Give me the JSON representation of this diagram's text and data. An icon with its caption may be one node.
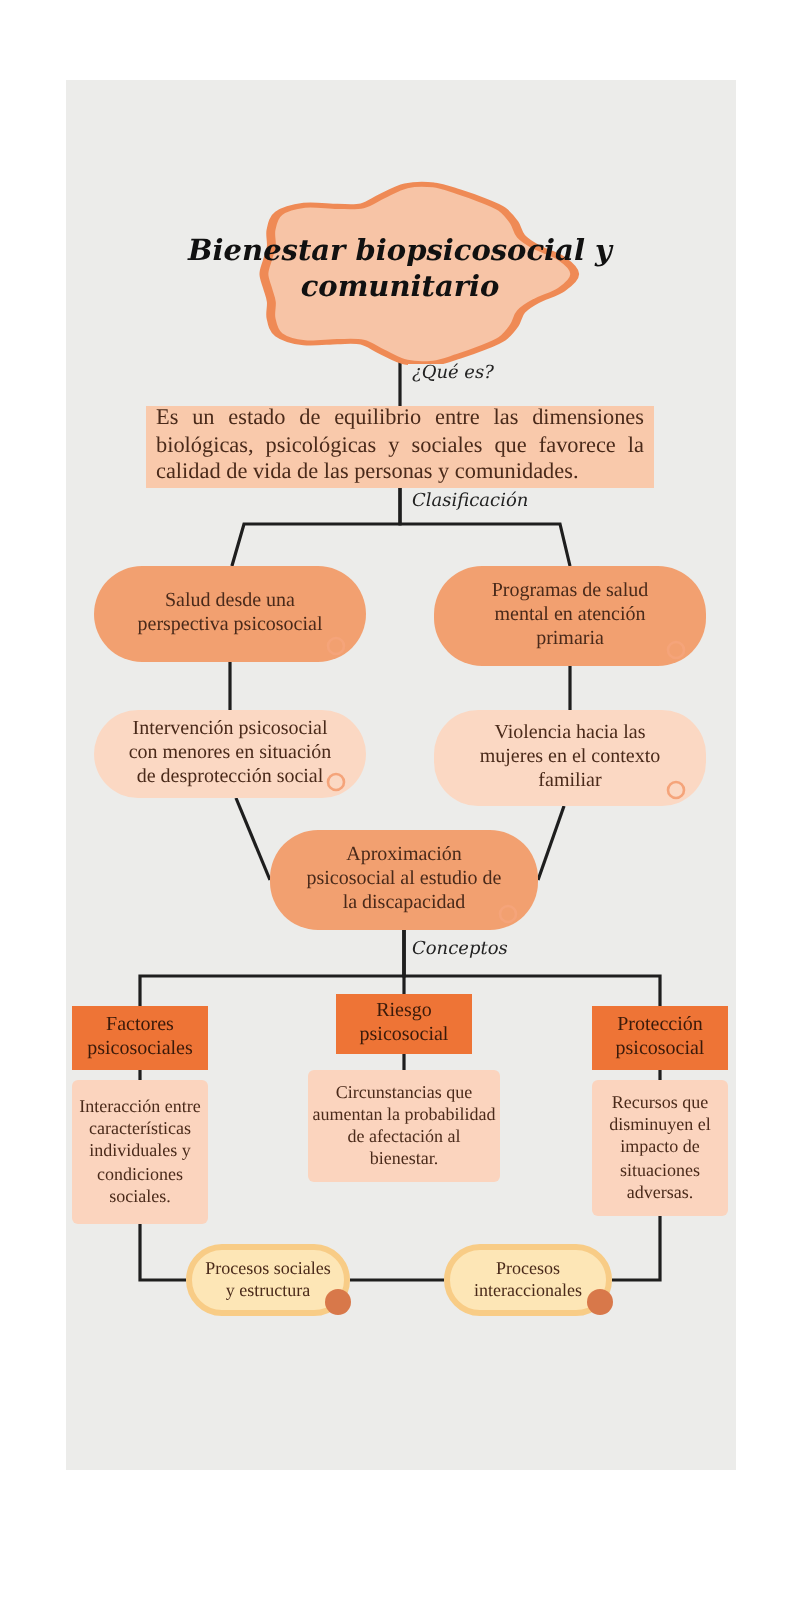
{
  "diagram": {
    "nodes": [
      {
        "text": [
          "Bienestar biopsicosocial y comunitario"
        ]
      },
      {
        "text": [
          "Es un estado de equilibrio entre las dimensiones biológicas, psicológicas y sociales que favorece la calidad de vida de las personas y comunidades."
        ]
      },
      {
        "text": [
          "Salud desde una perspectiva psicosocial"
        ]
      },
      {
        "text": [
          "Programas de salud mental en atención primaria"
        ]
      },
      {
        "text": [
          "Intervención psicosocial con menores en situación de desprotección social"
        ]
      },
      {
        "text": [
          "Violencia hacia las mujeres en el contexto familiar"
        ]
      },
      {
        "text": [
          "Aproximación psicosocial al estudio de la discapacidad"
        ]
      },
      {
        "text": [
          "Factores psicosociales"
        ]
      },
      {
        "text": [
          "Riesgo psicosocial"
        ]
      },
      {
        "text": [
          "Protección psicosocial"
        ]
      },
      {
        "text": [
          "Interacción entre características individuales y condiciones sociales."
        ]
      },
      {
        "text": [
          "Circunstancias que aumentan la probabilidad de afectación al bienestar."
        ]
      },
      {
        "text": [
          "Recursos que disminuyen el impacto de situaciones adversas."
        ]
      },
      {
        "text": [
          "Procesos sociales y estructura"
        ]
      },
      {
        "text": [
          "Procesos interaccionales"
        ]
      }
    ],
    "edges": [
      {
        "from": 0,
        "to": 1,
        "arrow": "none",
        "label": "¿Qué es?"
      },
      {
        "from": 1,
        "to": 2,
        "arrow": "none",
        "label": "Clasificación"
      },
      {
        "from": 1,
        "to": 3,
        "arrow": "none"
      },
      {
        "from": 2,
        "to": 4,
        "arrow": "none"
      },
      {
        "from": 3,
        "to": 5,
        "arrow": "none"
      },
      {
        "from": 4,
        "to": 6,
        "arrow": "none"
      },
      {
        "from": 5,
        "to": 6,
        "arrow": "none"
      },
      {
        "from": 6,
        "to": 7,
        "arrow": "none",
        "label": "Conceptos"
      },
      {
        "from": 6,
        "to": 8,
        "arrow": "none"
      },
      {
        "from": 6,
        "to": 9,
        "arrow": "none"
      },
      {
        "from": 7,
        "to": 10,
        "arrow": "none"
      },
      {
        "from": 8,
        "to": 11,
        "arrow": "none"
      },
      {
        "from": 9,
        "to": 12,
        "arrow": "none"
      },
      {
        "from": 10,
        "to": 13,
        "arrow": "none"
      },
      {
        "from": 13,
        "to": 14,
        "arrow": "none"
      },
      {
        "from": 12,
        "to": 14,
        "arrow": "none"
      }
    ]
  }
}
